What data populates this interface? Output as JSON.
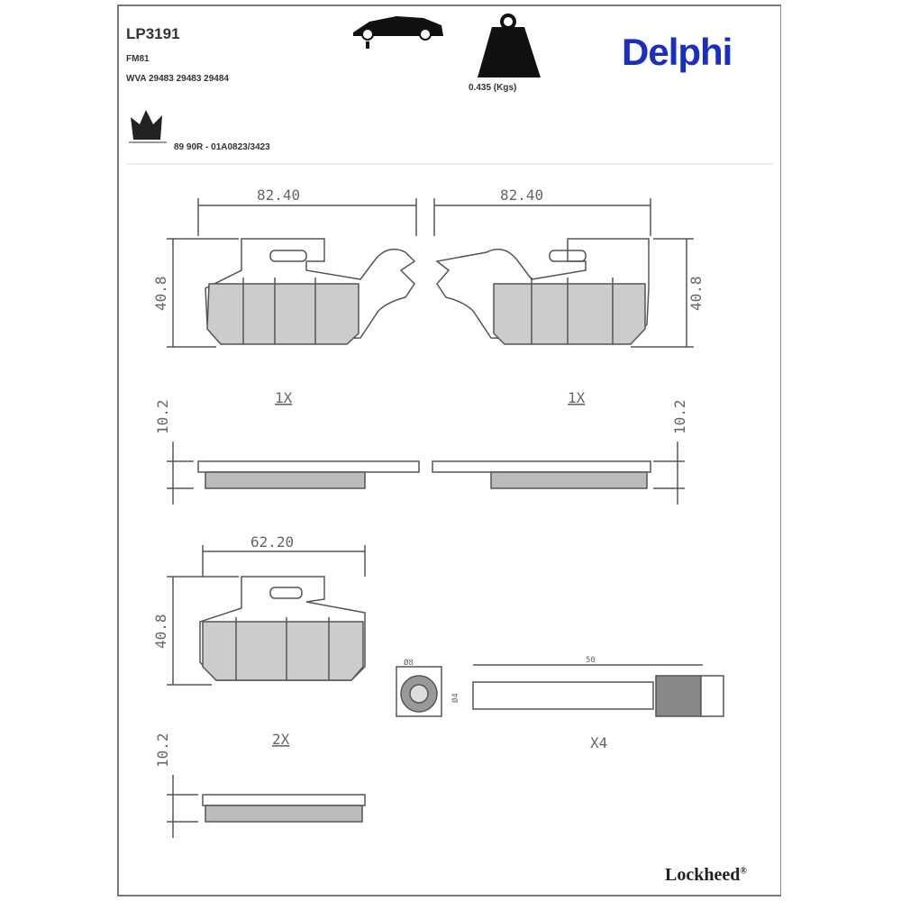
{
  "header": {
    "part_number": "LP3191",
    "fmsi": "FM81",
    "wva": "WVA 29483 29483 29484",
    "weight": "0.435 (Kgs)",
    "approval": "89 90R - 01A0823/3423",
    "brand": "Delphi",
    "footer_brand": "Lockheed",
    "footer_mark": "®"
  },
  "drawing": {
    "pad_width_1": "82.40",
    "pad_width_2": "82.40",
    "pad_height_1": "40.8",
    "pad_height_2": "40.8",
    "qty_1": "1X",
    "qty_2": "1X",
    "thickness_1": "10.2",
    "thickness_2": "10.2",
    "pad_width_3": "62.20",
    "pad_height_3": "40.8",
    "qty_3": "2X",
    "thickness_3": "10.2",
    "pin_diameter": "Ø8",
    "pin_d2": "Ø4",
    "pin_length": "50",
    "pin_qty": "X4"
  }
}
